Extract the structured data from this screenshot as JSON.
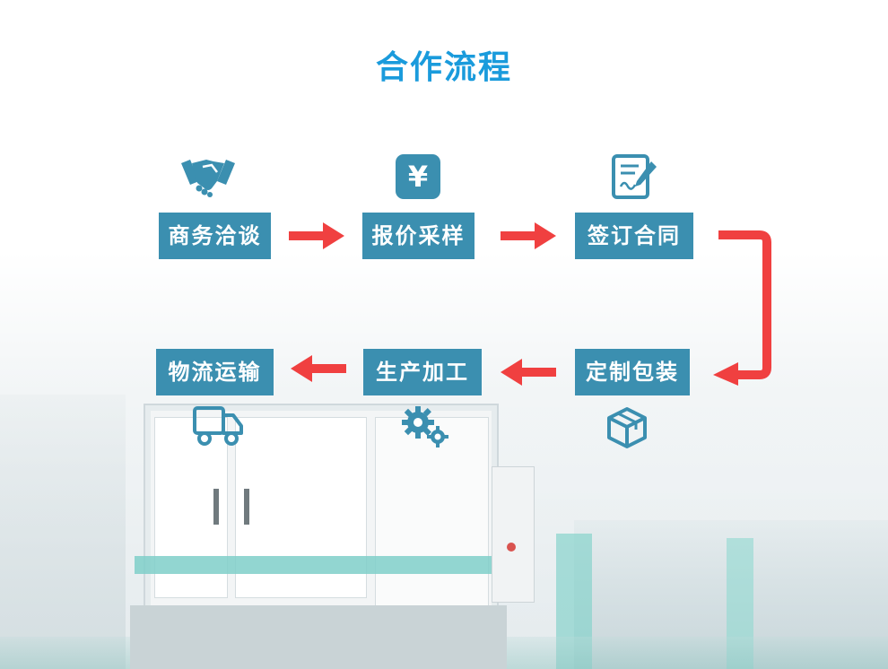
{
  "title": "合作流程",
  "steps": [
    {
      "label": "商务洽谈",
      "icon": "handshake-icon"
    },
    {
      "label": "报价采样",
      "icon": "yuan-icon"
    },
    {
      "label": "签订合同",
      "icon": "contract-icon"
    },
    {
      "label": "定制包装",
      "icon": "box-icon"
    },
    {
      "label": "生产加工",
      "icon": "gears-icon"
    },
    {
      "label": "物流运输",
      "icon": "truck-icon"
    }
  ],
  "colors": {
    "title": "#1a9bdc",
    "step_bg": "#3b8fb0",
    "step_text": "#ffffff",
    "arrow": "#f04040",
    "icon": "#3b8fb0"
  },
  "yuan_symbol": "¥"
}
